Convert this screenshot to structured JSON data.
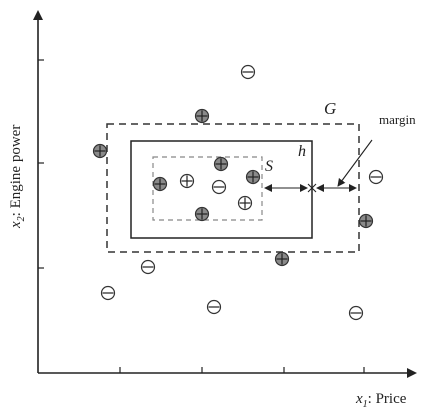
{
  "axes": {
    "x_label_var": "x",
    "x_label_sub": "1",
    "x_label_text": ": Price",
    "y_label_var": "x",
    "y_label_sub": "2",
    "y_label_text": ": Engine power"
  },
  "labels": {
    "g": "G",
    "h": "h",
    "s": "S",
    "margin": "margin"
  },
  "points_legend": {
    "filled_sign": "+",
    "open_sign": "−"
  }
}
